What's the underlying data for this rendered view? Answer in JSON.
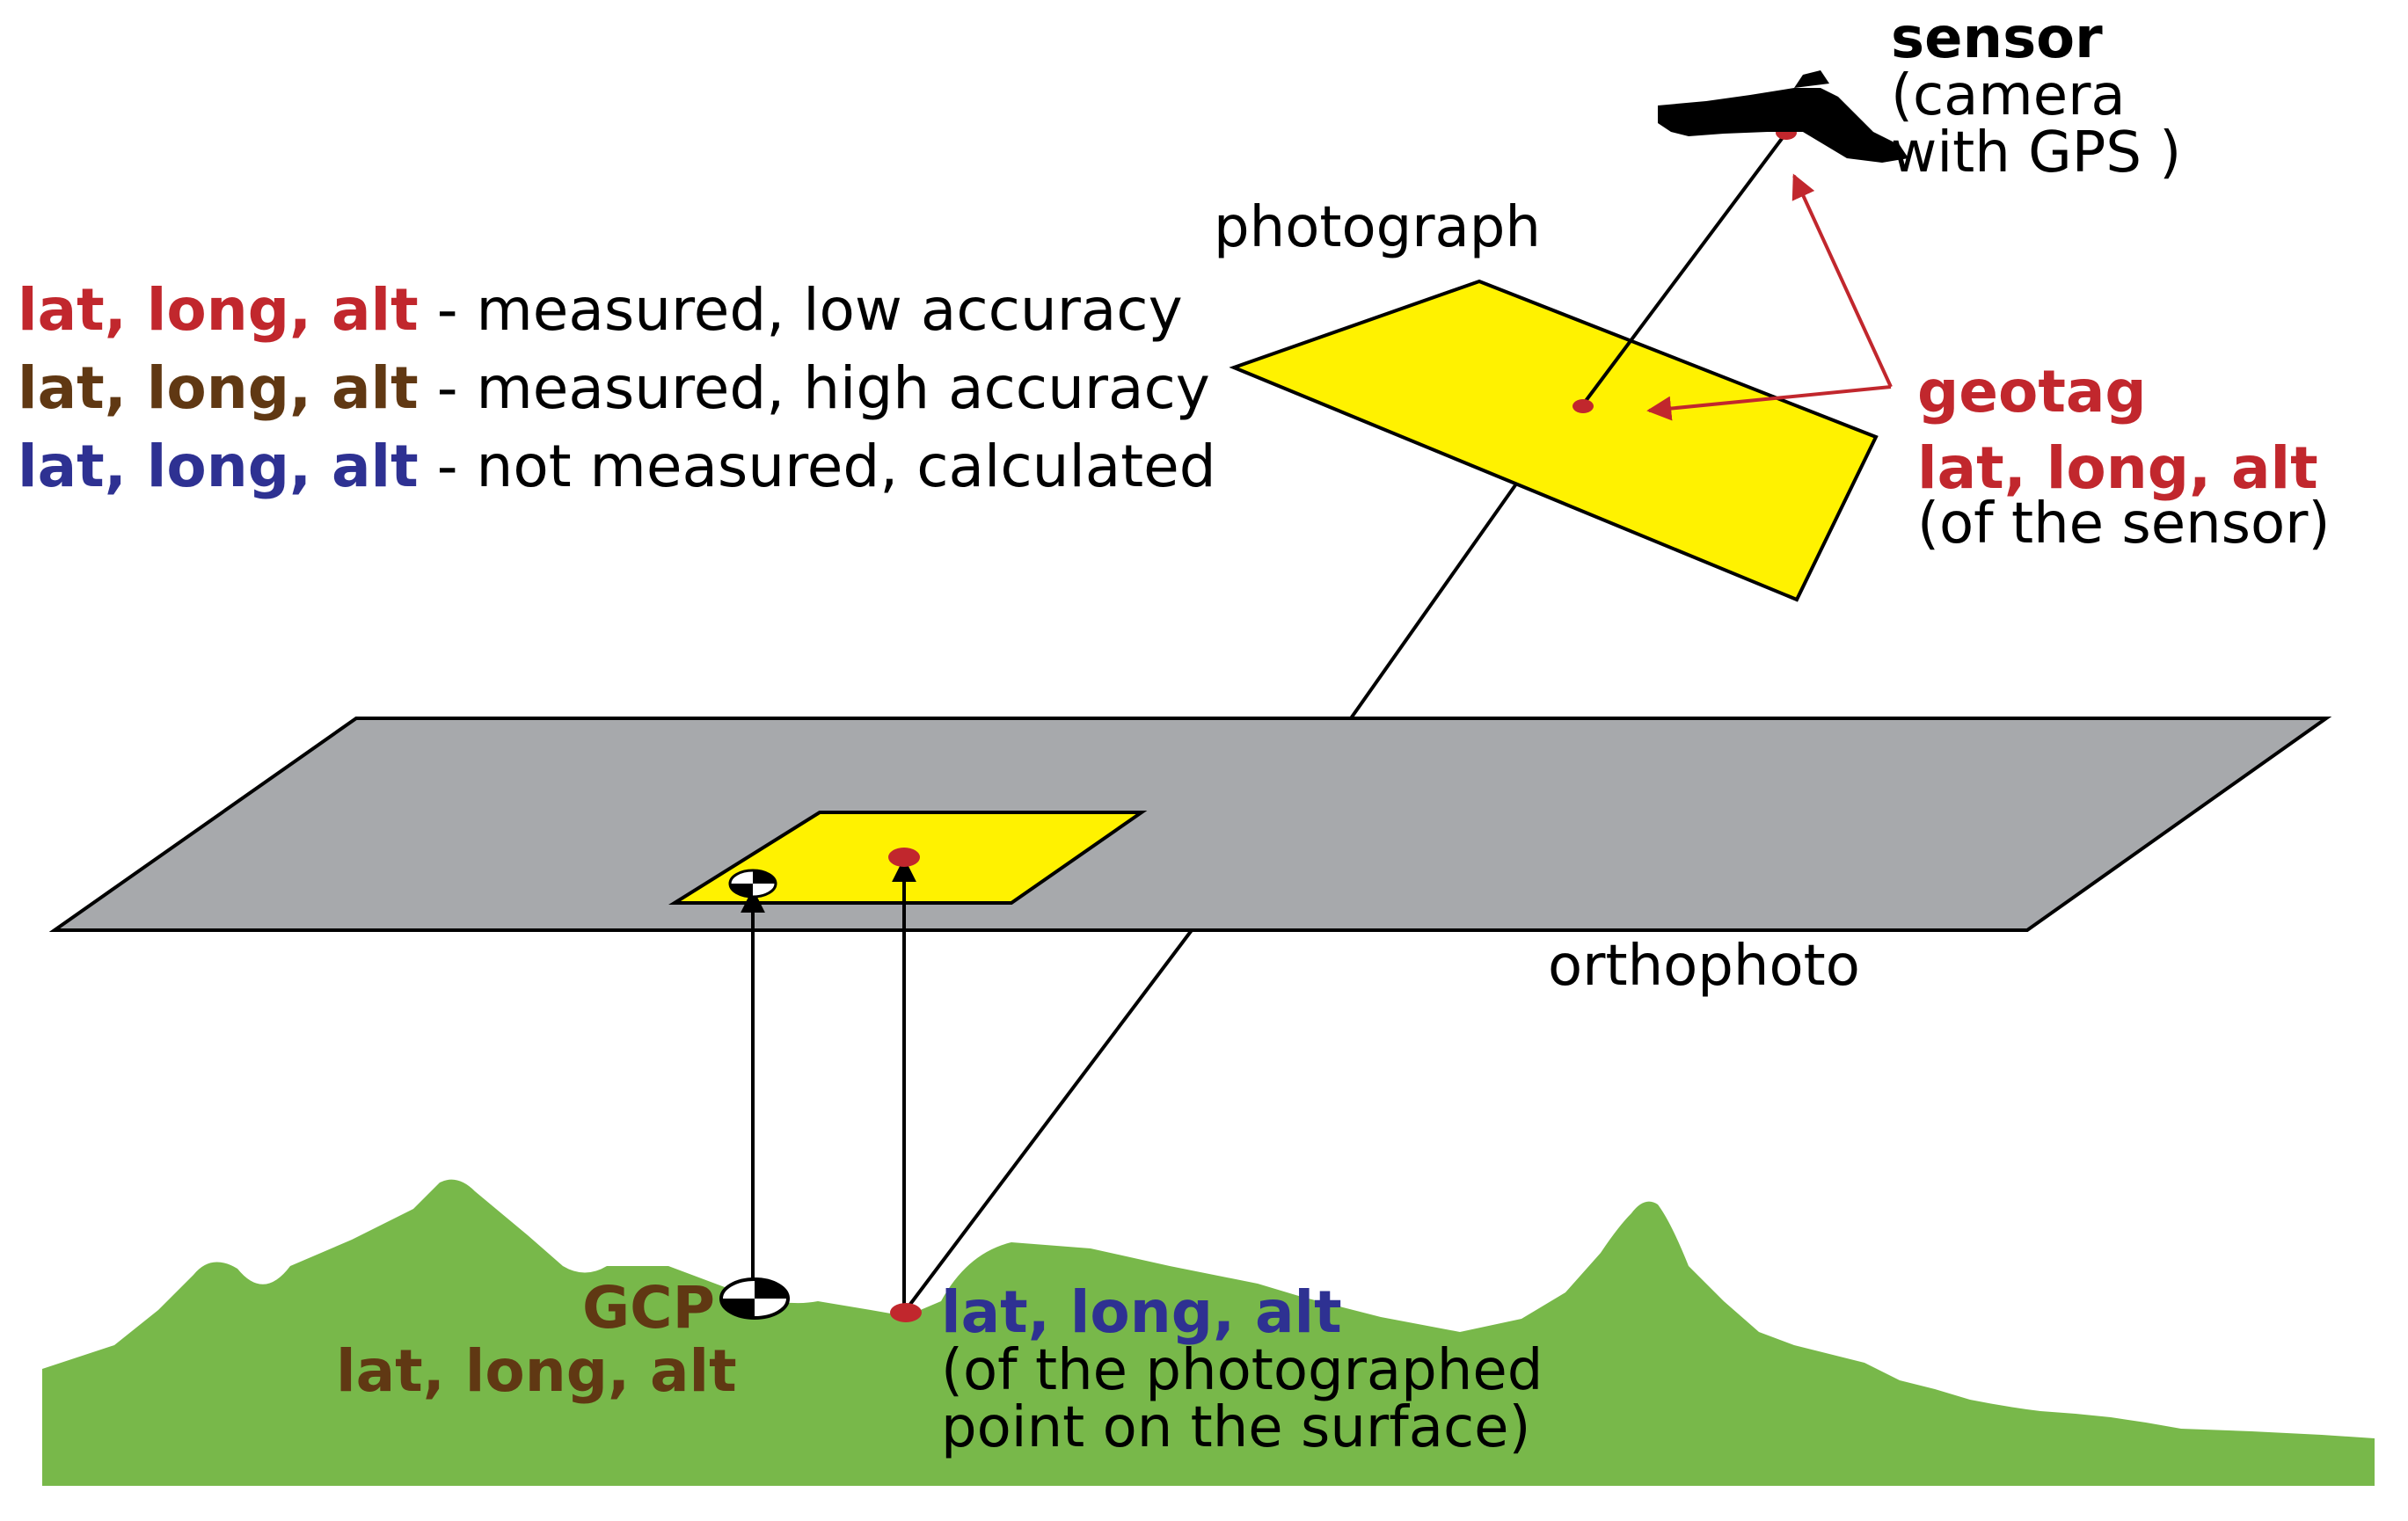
{
  "colors": {
    "measured_low": "#c1272d",
    "measured_high": "#603813",
    "calculated": "#2e3192",
    "photo_fill": "#fff200",
    "ortho_fill": "#a7a9ac",
    "ground_fill": "#78b84a",
    "line": "#000000"
  },
  "legend": {
    "rows": [
      {
        "key": "lat, long, alt",
        "desc": " - measured, low accuracy"
      },
      {
        "key": "lat, long, alt",
        "desc": " - measured, high accuracy"
      },
      {
        "key": "lat, long, alt",
        "desc": " - not measured, calculated"
      }
    ]
  },
  "sensor": {
    "title": "sensor",
    "line1": "(camera",
    "line2": "with GPS )"
  },
  "photograph_label": "photograph",
  "geotag": {
    "title": "geotag",
    "coords": "lat, long, alt",
    "note": "(of the sensor)"
  },
  "orthophoto_label": "orthophoto",
  "gcp": {
    "title": "GCP",
    "coords": "lat, long, alt"
  },
  "surface_point": {
    "coords": "lat, long, alt",
    "line1": "(of the photographed",
    "line2": "point on the surface)"
  }
}
